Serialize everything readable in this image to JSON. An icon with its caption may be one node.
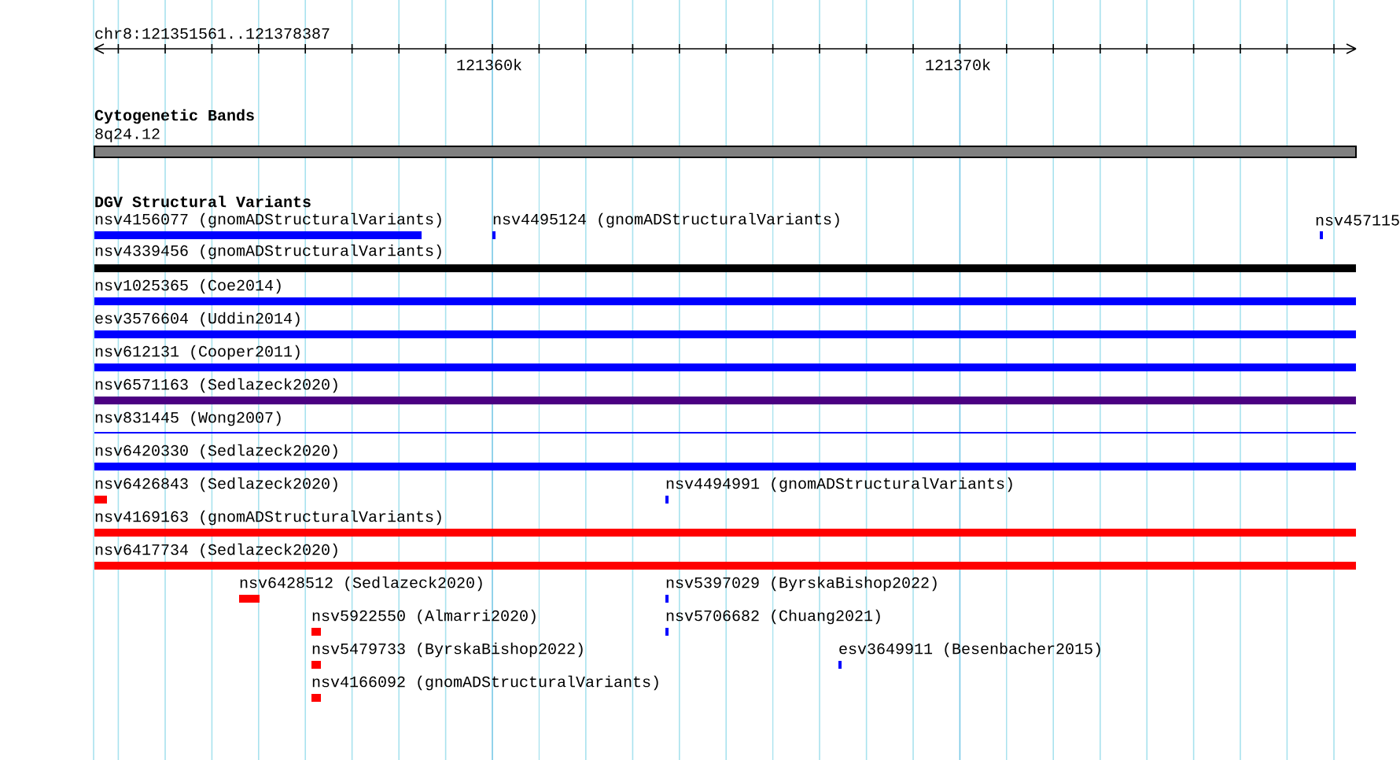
{
  "diagram": {
    "nodes": [
      {
        "text": [
          "8q24.12"
        ]
      },
      {
        "text": [
          "nsv4156077 (gnomADStructuralVariants)"
        ]
      },
      {
        "text": [
          "nsv4495124 (gnomADStructuralVariants)"
        ]
      },
      {
        "text": [
          "nsv457115"
        ]
      },
      {
        "text": [
          "nsv4339456 (gnomADStructuralVariants)"
        ]
      },
      {
        "text": [
          "nsv1025365 (Coe2014)"
        ]
      },
      {
        "text": [
          "esv3576604 (Uddin2014)"
        ]
      },
      {
        "text": [
          "nsv612131 (Cooper2011)"
        ]
      },
      {
        "text": [
          "nsv6571163 (Sedlazeck2020)"
        ]
      },
      {
        "text": [
          "nsv831445 (Wong2007)"
        ]
      },
      {
        "text": [
          "nsv6420330 (Sedlazeck2020)"
        ]
      },
      {
        "text": [
          "nsv6426843 (Sedlazeck2020)"
        ]
      },
      {
        "text": [
          "nsv4494991 (gnomADStructuralVariants)"
        ]
      },
      {
        "text": [
          "nsv4169163 (gnomADStructuralVariants)"
        ]
      },
      {
        "text": [
          "nsv6417734 (Sedlazeck2020)"
        ]
      },
      {
        "text": [
          "nsv6428512 (Sedlazeck2020)"
        ]
      },
      {
        "text": [
          "nsv5397029 (ByrskaBishop2022)"
        ]
      },
      {
        "text": [
          "nsv5922550 (Almarri2020)"
        ]
      },
      {
        "text": [
          "nsv5706682 (Chuang2021)"
        ]
      },
      {
        "text": [
          "nsv5479733 (ByrskaBishop2022)"
        ]
      },
      {
        "text": [
          "esv3649911 (Besenbacher2015)"
        ]
      },
      {
        "text": [
          "nsv4166092 (gnomADStructuralVariants)"
        ]
      }
    ],
    "labels": [
      "chr8:121351561..121378387",
      "121360k",
      "121370k",
      "Cytogenetic Bands",
      "DGV Structural Variants"
    ]
  }
}
